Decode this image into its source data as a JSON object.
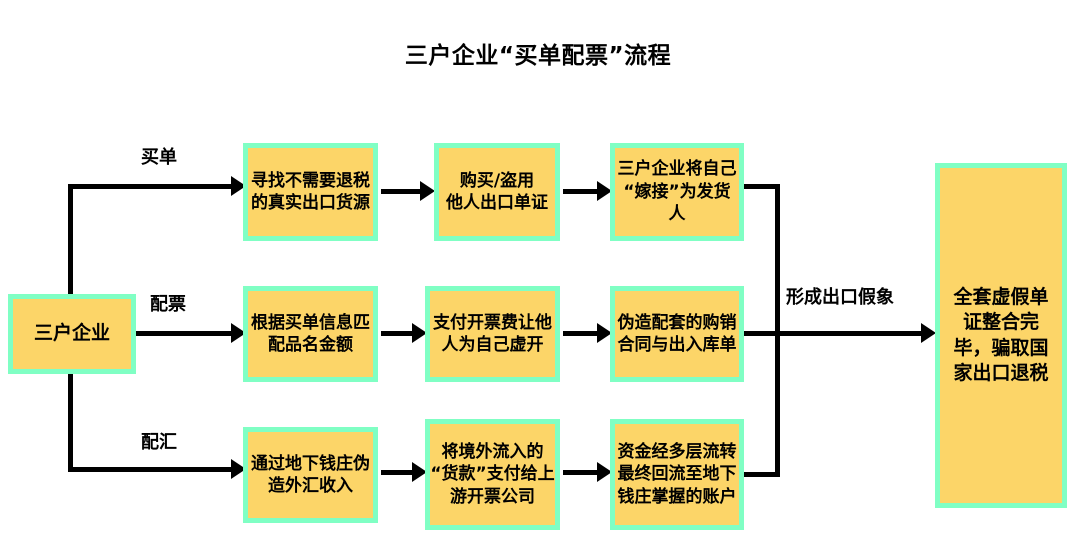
{
  "title": "三户企业“买单配票”流程",
  "colors": {
    "box_fill": "#FCD568",
    "box_border": "#80FFC4",
    "connector": "#000000",
    "text": "#000000",
    "background": "#FFFFFF"
  },
  "start_node": {
    "label": "三户企业"
  },
  "branches": [
    {
      "label": "买单",
      "steps": [
        "寻找不需要退税\n的真实出口货源",
        "购买/盗用\n他人出口单证",
        "三户企业将自己\n“嫁接”为发货人"
      ]
    },
    {
      "label": "配票",
      "steps": [
        "根据买单信息匹\n配品名金额",
        "支付开票费让他\n人为自己虚开",
        "伪造配套的购销\n合同与出入库单"
      ]
    },
    {
      "label": "配汇",
      "steps": [
        "通过地下钱庄伪\n造外汇收入",
        "将境外流入的\n“货款”支付给上\n游开票公司",
        "资金经多层流转\n最终回流至地下\n钱庄掌握的账户"
      ]
    }
  ],
  "merge_label": "形成出口假象",
  "result_node": {
    "label": "全套虚假单\n证整合完\n毕，骗取国\n家出口退税"
  }
}
